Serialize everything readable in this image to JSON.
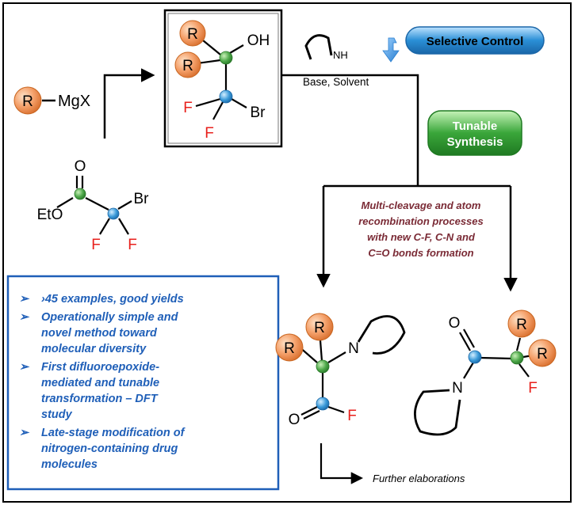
{
  "colors": {
    "orange": "#f4a06a",
    "green": "#4ea84a",
    "blue": "#3a9ad9",
    "red": "#e8201c",
    "text_blue": "#1f5fb8",
    "maroon": "#7a2a35",
    "pill_blue": "#2a8fd6",
    "pill_green": "#3aa63a"
  },
  "reagents": {
    "grignard_r": "R",
    "grignard_mgx": "MgX",
    "ester_o": "O",
    "ester_eto": "EtO",
    "ester_br": "Br",
    "ester_f1": "F",
    "ester_f2": "F"
  },
  "intermediate": {
    "r1": "R",
    "r2": "R",
    "oh": "OH",
    "f1": "F",
    "f2": "F",
    "br": "Br"
  },
  "amine": {
    "nh": "NH",
    "conditions": "Base, Solvent"
  },
  "pills": {
    "selective": "Selective Control",
    "tunable_line1": "Tunable",
    "tunable_line2": "Synthesis"
  },
  "process_text": [
    "Multi-cleavage and atom",
    "recombination processes",
    "with new C-F, C-N and",
    "C=O bonds formation"
  ],
  "bullets": [
    [
      "›45 examples, good yields"
    ],
    [
      "Operationally simple and",
      "novel method toward",
      "molecular diversity"
    ],
    [
      "First difluoroepoxide-",
      "mediated and tunable",
      "transformation – DFT",
      "study"
    ],
    [
      "Late-stage modification of",
      "nitrogen-containing drug",
      "molecules"
    ]
  ],
  "product1": {
    "r1": "R",
    "r2": "R",
    "n": "N",
    "o": "O",
    "f": "F"
  },
  "product2": {
    "o": "O",
    "n": "N",
    "r1": "R",
    "r2": "R",
    "f": "F"
  },
  "further": "Further elaborations"
}
